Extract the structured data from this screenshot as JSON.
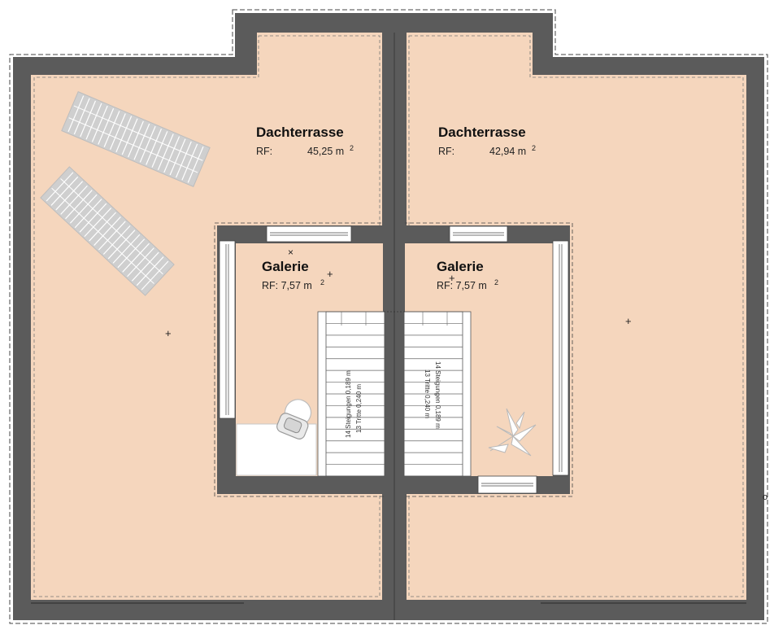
{
  "rooms": {
    "terrace_left": {
      "name": "Dachterrasse",
      "area_label": "RF:",
      "area_value": "45,25 m",
      "unit_sup": "2"
    },
    "terrace_right": {
      "name": "Dachterrasse",
      "area_label": "RF:",
      "area_value": "42,94 m",
      "unit_sup": "2"
    },
    "gallery_left": {
      "name": "Galerie",
      "area_text": "RF: 7,57 m",
      "unit_sup": "2"
    },
    "gallery_right": {
      "name": "Galerie",
      "area_text": "RF: 7,57 m",
      "unit_sup": "2"
    }
  },
  "stairs": {
    "left": {
      "line1": "14 Steigungen 0,189 m",
      "line2": "13 Tritte 0,240 m"
    },
    "right": {
      "line1": "14 Steigungen 0,189 m",
      "line2": "13 Tritte 0,240 m"
    }
  },
  "markers": {
    "cross": "+",
    "x_mark": "×",
    "edge_mark": "o"
  },
  "colors": {
    "wall": "#5b5b5b",
    "floor": "#f5d6bd",
    "stair": "#ffffff",
    "dashed": "#444444",
    "furniture": "#d8d8d8"
  },
  "icons": [
    "sun-lounger-icon",
    "armchair-icon",
    "potted-plant-icon"
  ]
}
